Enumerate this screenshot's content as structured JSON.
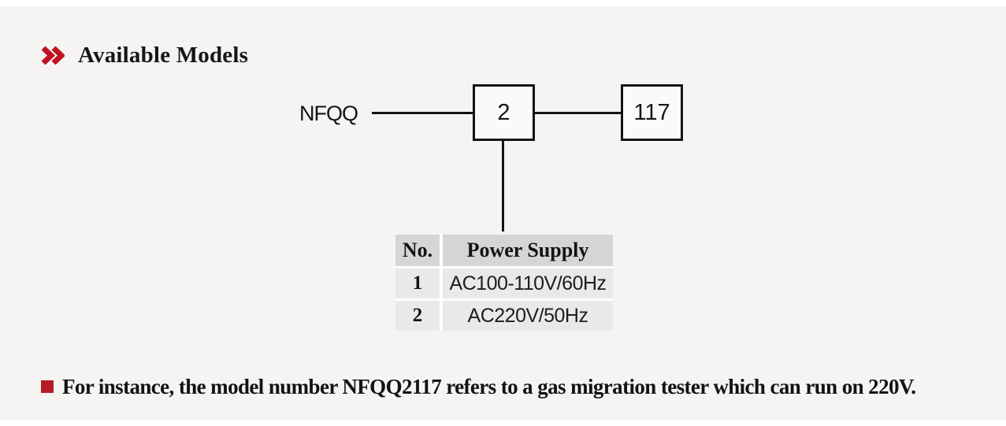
{
  "colors": {
    "background": "#f5f4f2",
    "accent_red": "#c1121f",
    "bullet_red": "#b51d24",
    "table_header_bg": "#d7d5d3",
    "table_row_bg": "#eae9e7",
    "line_color": "#131313"
  },
  "header": {
    "icon": "double-chevron-right-icon",
    "title": "Available Models"
  },
  "diagram": {
    "base_label": "NFQQ",
    "boxes": [
      {
        "value": "2"
      },
      {
        "value": "117"
      }
    ]
  },
  "table": {
    "headers": [
      "No.",
      "Power Supply"
    ],
    "rows": [
      {
        "no": "1",
        "power_supply": "AC100-110V/60Hz"
      },
      {
        "no": "2",
        "power_supply": "AC220V/50Hz"
      }
    ]
  },
  "note": {
    "text": "For instance, the model number NFQQ2117 refers to a gas migration tester which can run on 220V."
  }
}
